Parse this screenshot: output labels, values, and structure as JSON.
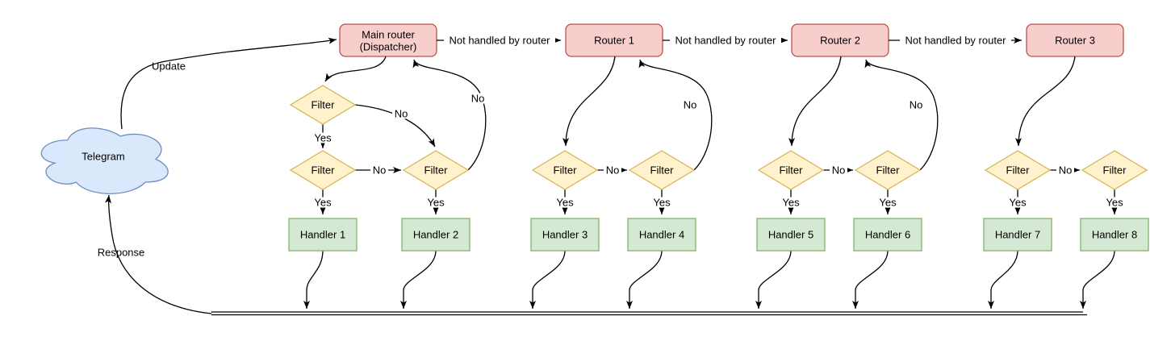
{
  "diagram": {
    "cloud": {
      "label": "Telegram"
    },
    "dispatcher": {
      "line1": "Main router",
      "line2": "(Dispatcher)"
    },
    "routers": [
      {
        "label": "Router 1"
      },
      {
        "label": "Router 2"
      },
      {
        "label": "Router 3"
      }
    ],
    "handlers": [
      {
        "label": "Handler 1"
      },
      {
        "label": "Handler 2"
      },
      {
        "label": "Handler 3"
      },
      {
        "label": "Handler 4"
      },
      {
        "label": "Handler 5"
      },
      {
        "label": "Handler 6"
      },
      {
        "label": "Handler 7"
      },
      {
        "label": "Handler 8"
      }
    ],
    "labels": {
      "filter": "Filter",
      "yes": "Yes",
      "no": "No",
      "not_handled": "Not handled by router",
      "update": "Update",
      "response": "Response"
    },
    "colors": {
      "cloud_fill": "#dae8fc",
      "cloud_stroke": "#6c8ebf",
      "router_fill": "#f8cecc",
      "router_stroke": "#b85450",
      "filter_fill": "#fff2cc",
      "filter_stroke": "#d6b656",
      "handler_fill": "#d5e8d4",
      "handler_stroke": "#82b366",
      "edge": "#000000",
      "background": "#ffffff"
    }
  }
}
